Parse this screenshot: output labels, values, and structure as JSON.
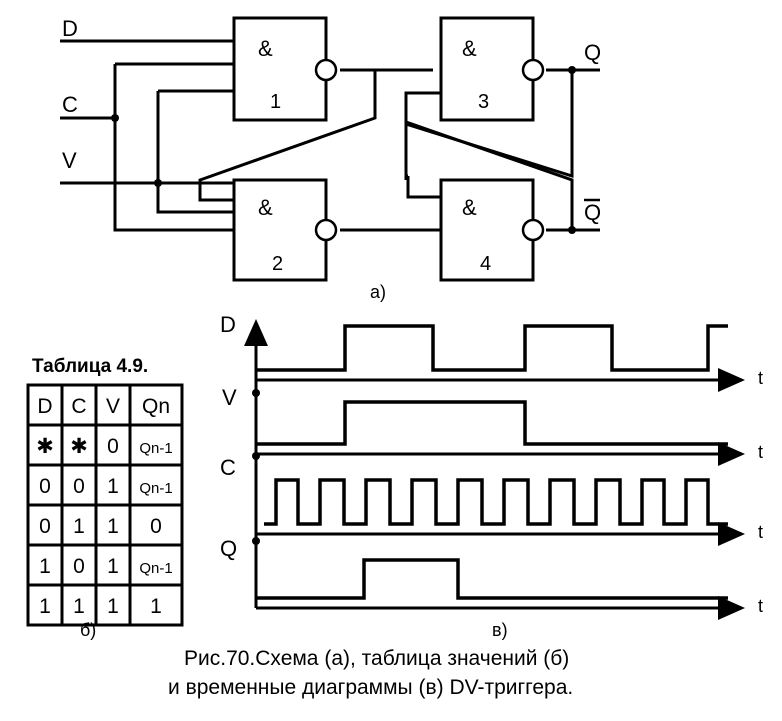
{
  "circuit": {
    "inputs": [
      "D",
      "C",
      "V"
    ],
    "outputs": [
      "Q",
      "Q"
    ],
    "gate_symbol": "&",
    "gates": [
      "1",
      "2",
      "3",
      "4"
    ],
    "label": "а)"
  },
  "table": {
    "title": "Таблица 4.9.",
    "headers": [
      "D",
      "C",
      "V",
      "Qn"
    ],
    "rows": [
      [
        "✱",
        "✱",
        "0",
        "Qn-1"
      ],
      [
        "0",
        "0",
        "1",
        "Qn-1"
      ],
      [
        "0",
        "1",
        "1",
        "0"
      ],
      [
        "1",
        "0",
        "1",
        "Qn-1"
      ],
      [
        "1",
        "1",
        "1",
        "1"
      ]
    ],
    "label": "б)"
  },
  "timing": {
    "signals": [
      "D",
      "V",
      "C",
      "Q"
    ],
    "time_axis": "t",
    "label": "в)"
  },
  "caption": {
    "line1": "Рис.70.Схема (а), таблица значений (б)",
    "line2": "и временные диаграммы (в) DV-триггера."
  }
}
